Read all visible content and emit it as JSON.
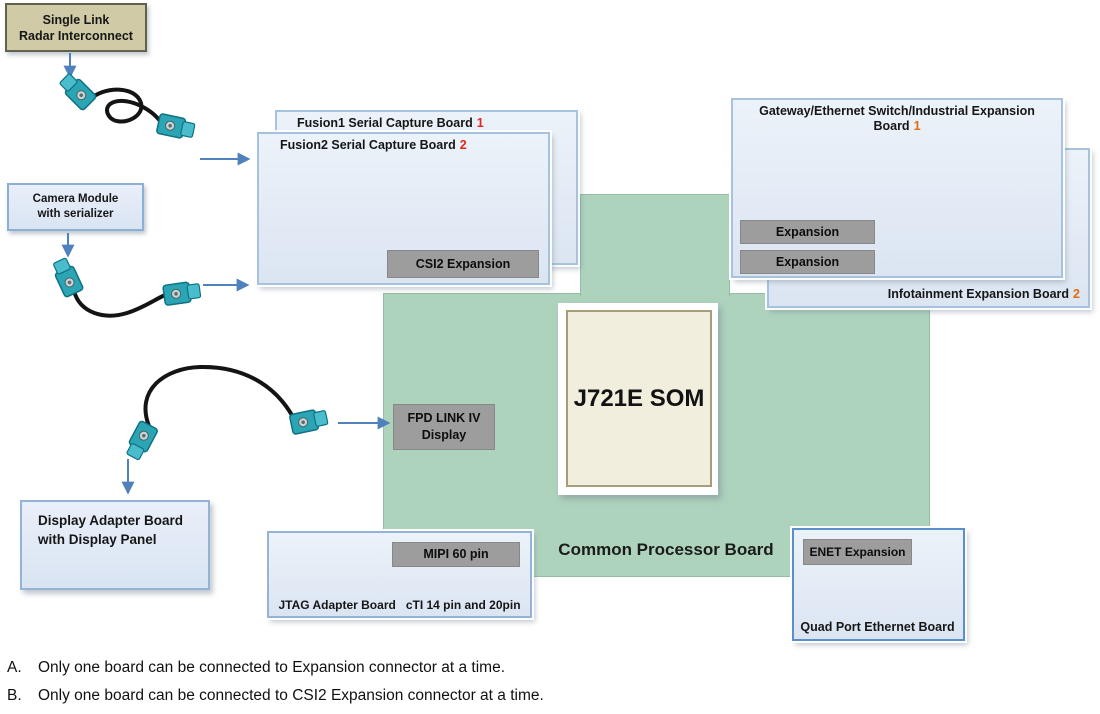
{
  "colors": {
    "processor_green": "#aed3bd",
    "board_fill": "#dde7f3",
    "board_border": "#a6c2df",
    "gray_box": "#9d9d9d",
    "tan_box": "#d1caa6",
    "red_number": "#e3251f",
    "orange_number": "#e36c0a",
    "arrow_blue": "#4f81bd",
    "connector_teal": "#2ba4b4",
    "cable_black": "#141414"
  },
  "radar_box": {
    "line1": "Single Link",
    "line2": "Radar Interconnect"
  },
  "camera_box": {
    "line1": "Camera Module",
    "line2": "with serializer"
  },
  "fusion1": {
    "title": "Fusion1 Serial Capture Board",
    "number": "1"
  },
  "fusion2": {
    "title": "Fusion2 Serial Capture Board",
    "number": "2",
    "csi2_label": "CSI2 Expansion"
  },
  "gateway": {
    "title": "Gateway/Ethernet Switch/Industrial Expansion Board",
    "number": "1",
    "expansion_top": "Expansion",
    "expansion_bottom": "Expansion"
  },
  "infotainment": {
    "title": "Infotainment Expansion Board",
    "number": "2"
  },
  "processor_board": {
    "label": "Common Processor Board",
    "som_label": "J721E SOM",
    "fpd_line1": "FPD LINK IV",
    "fpd_line2": "Display"
  },
  "display_adapter": {
    "line1": "Display Adapter Board",
    "line2": "with Display Panel"
  },
  "jtag": {
    "mipi_label": "MIPI 60 pin",
    "name": "JTAG Adapter Board",
    "pins": "cTI 14 pin and 20pin"
  },
  "quad_ethernet": {
    "enet_label": "ENET Expansion",
    "label": "Quad Port Ethernet Board"
  },
  "notes": [
    {
      "marker": "A.",
      "text": "Only one board can be connected to Expansion connector at a time."
    },
    {
      "marker": "B.",
      "text": "Only one board can be connected to CSI2 Expansion connector at a time."
    }
  ]
}
